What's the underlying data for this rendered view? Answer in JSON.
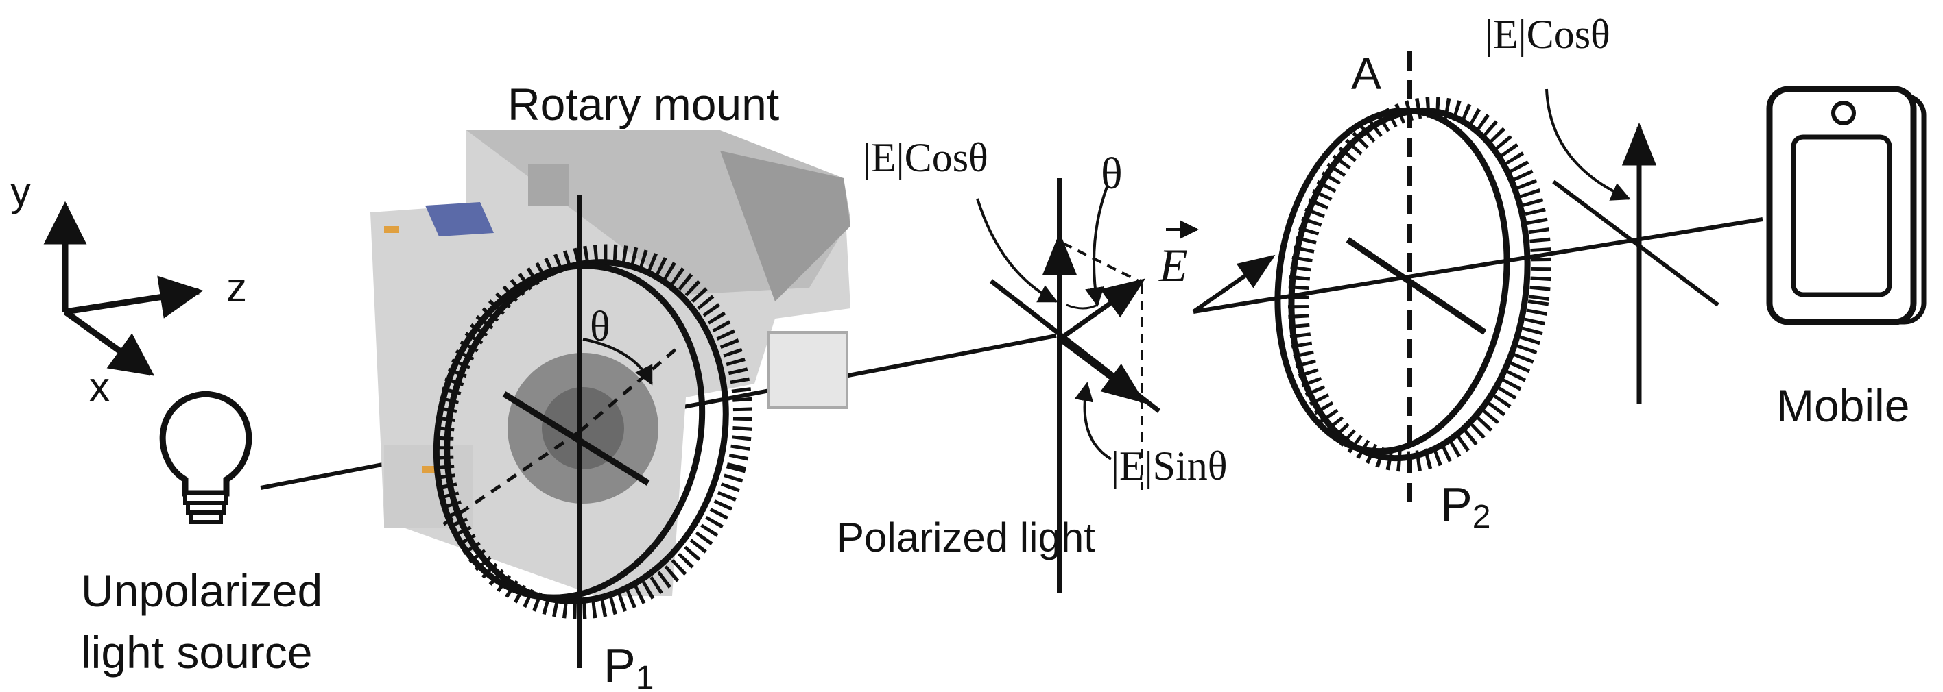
{
  "labels": {
    "axis_y": "y",
    "axis_z": "z",
    "axis_x": "x",
    "rotary_mount": "Rotary mount",
    "theta_p1": "θ",
    "p1": "P",
    "p1_sub": "1",
    "source_line1": "Unpolarized",
    "source_line2": "light source",
    "ecos_left": "|E|Cosθ",
    "theta_mid": "θ",
    "e_vector": "E",
    "esin": "|E|Sinθ",
    "polarized_light": "Polarized light",
    "a_label": "A",
    "p2": "P",
    "p2_sub": "2",
    "ecos_right": "|E|Cosθ",
    "mobile": "Mobile"
  },
  "icons": {
    "bulb": "light-bulb-icon",
    "mobile": "mobile-phone-icon",
    "mount": "rotary-mount-illustration"
  },
  "colors": {
    "stroke": "#111111",
    "mount_gray": "#cfcfcf",
    "mount_dark": "#8c8c8c",
    "mount_accent": "#5b6aa8",
    "mount_orange": "#e0a040"
  }
}
